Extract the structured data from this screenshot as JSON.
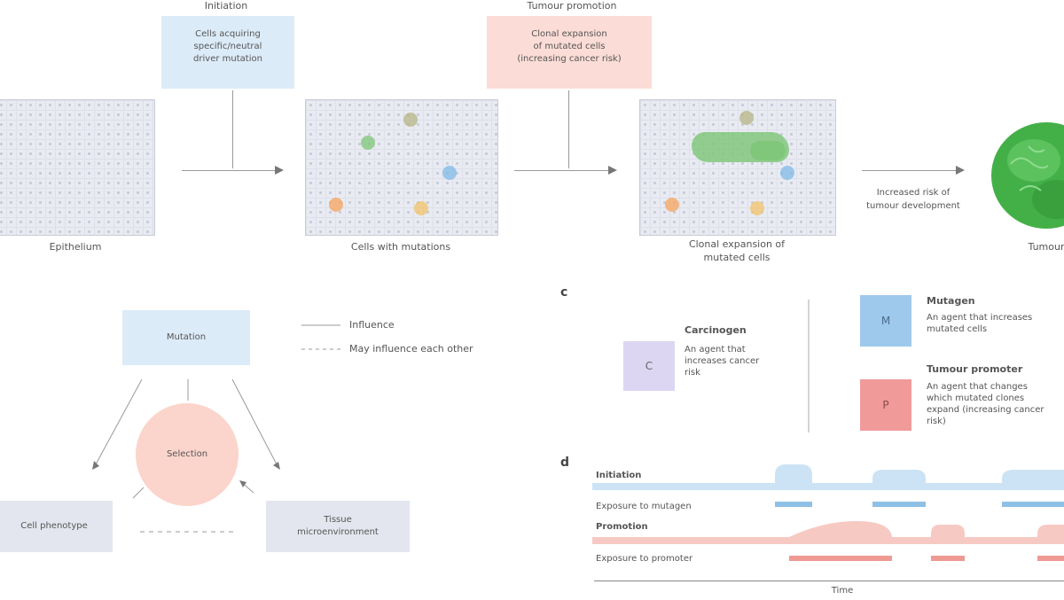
{
  "panel_a": {
    "mutation_label": "Initiation",
    "mutation_box": "Cells acquiring\nspecific/neutral\ndriver mutation",
    "promotion_label": "Tumour promotion",
    "promotion_box": "Clonal expansion\nof mutated cells\n(increasing cancer risk)",
    "stage1_caption": "Epithelium",
    "stage2_caption": "Cells with mutations",
    "stage3_caption": "Clonal expansion of\nmutated cells",
    "arrow3_caption": "Increased risk of\ntumour development",
    "stage4_caption": "Tumour"
  },
  "panel_b": {
    "mutation": "Mutation",
    "selection": "Selection",
    "left_box": "Cell phenotype",
    "right_box": "Tissue\nmicroenvironment",
    "legend_solid": "Influence",
    "legend_dashed": "May influence each other"
  },
  "panel_c": {
    "letter": "c",
    "carcinogen_box": "C",
    "carcinogen_title": "Carcinogen",
    "carcinogen_desc": "An agent that\nincreases cancer\nrisk",
    "mutagen_box": "M",
    "mutagen_title": "Mutagen",
    "mutagen_desc": "An agent that increases\nmutated cells",
    "promoter_box": "P",
    "promoter_title": "Tumour promoter",
    "promoter_desc": "An agent that changes\nwhich mutated clones\nexpand (increasing cancer risk)"
  },
  "panel_d": {
    "letter": "d",
    "row1_label": "Initiation",
    "row1_sub": "Exposure to mutagen",
    "row2_label": "Promotion",
    "row2_sub": "Exposure to promoter",
    "time_label": "Time"
  },
  "colors": {
    "blue": "#dcebf8",
    "red": "#fbdcd6",
    "green": "#4caf50",
    "mutagen": "#9ec8ec",
    "promoter": "#f19a9a",
    "carcinogen": "#ddd6f2"
  }
}
